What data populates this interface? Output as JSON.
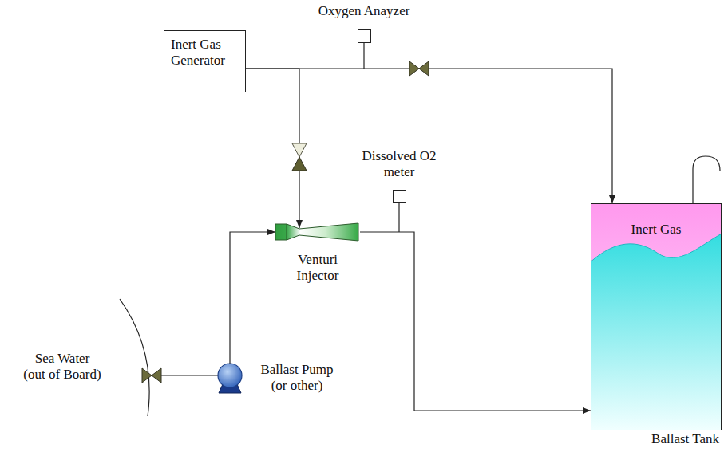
{
  "diagram": {
    "nodes": [
      {
        "text": [
          "Inert Gas Generator"
        ]
      },
      {
        "text": [
          "Oxygen Anayzer"
        ]
      },
      {
        "text": [
          "Dissolved O2 meter"
        ]
      },
      {
        "text": [
          "Venturi Injector"
        ]
      },
      {
        "text": [
          "Ballast Pump (or other)"
        ]
      },
      {
        "text": [
          "Inert Gas",
          "Ballast Tank"
        ]
      }
    ],
    "edges": [
      {
        "from": 0,
        "to": 5,
        "arrow": "to"
      },
      {
        "from": 0,
        "to": 3,
        "arrow": "to"
      },
      {
        "from": 4,
        "to": 3,
        "arrow": "to"
      },
      {
        "from": 3,
        "to": 5,
        "arrow": "to"
      }
    ],
    "labels": [
      "Sea Water (out of Board)"
    ]
  }
}
